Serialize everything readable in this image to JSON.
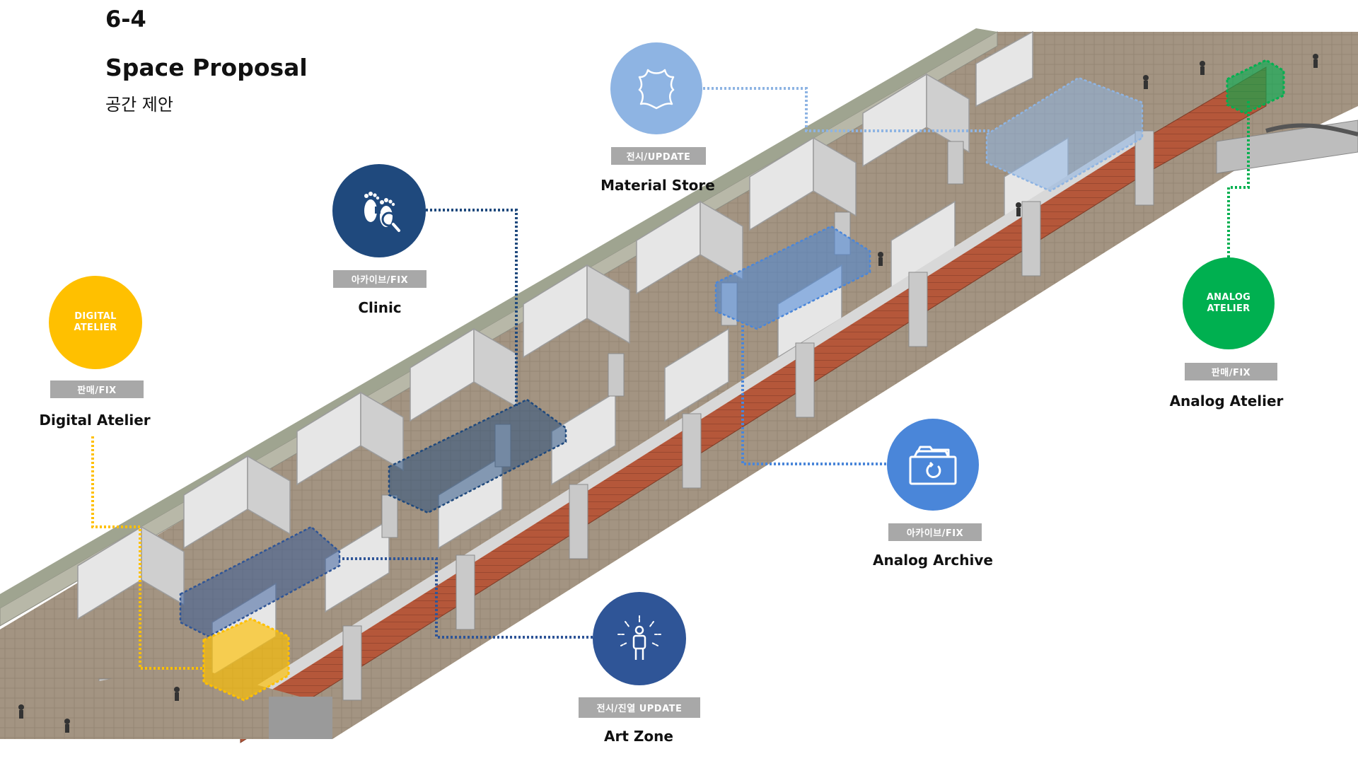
{
  "header": {
    "number": "6-4",
    "title": "Space Proposal",
    "subtitle": "공간 제안"
  },
  "colors": {
    "digital_atelier": "#FFC000",
    "clinic": "#1F497D",
    "material_store": "#8EB4E3",
    "analog_archive": "#4A86D9",
    "analog_atelier": "#00B050",
    "art_zone": "#2F5597",
    "tag_gray": "#A8A8A8"
  },
  "zones": [
    {
      "id": "digital-atelier",
      "circle_text": "DIGITAL\nATELIER",
      "tag": "판매/FIX",
      "label": "Digital Atelier",
      "icon": "none"
    },
    {
      "id": "clinic",
      "circle_text": "",
      "tag": "아카이브/FIX",
      "label": "Clinic",
      "icon": "footprints-magnifier-icon"
    },
    {
      "id": "material-store",
      "circle_text": "",
      "tag": "전시/UPDATE",
      "label": "Material Store",
      "icon": "leather-hide-icon"
    },
    {
      "id": "analog-atelier",
      "circle_text": "ANALOG\nATELIER",
      "tag": "판매/FIX",
      "label": "Analog Atelier",
      "icon": "none"
    },
    {
      "id": "analog-archive",
      "circle_text": "",
      "tag": "아카이브/FIX",
      "label": "Analog Archive",
      "icon": "archive-box-icon"
    },
    {
      "id": "art-zone",
      "circle_text": "",
      "tag": "전시/진열 UPDATE",
      "label": "Art Zone",
      "icon": "person-spotlight-icon"
    }
  ]
}
